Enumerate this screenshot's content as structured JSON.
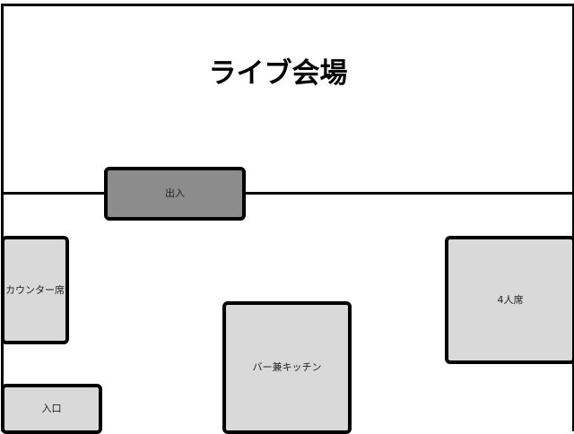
{
  "title": "ライブ会場",
  "areas": {
    "exit": "出入",
    "counter": "カウンター席",
    "entrance": "入口",
    "bar_kitchen": "バー兼キッチン",
    "four_seat": "4人席"
  },
  "colors": {
    "door": "#8c8c8c",
    "area": "#d9d9d9",
    "line": "#000000"
  }
}
